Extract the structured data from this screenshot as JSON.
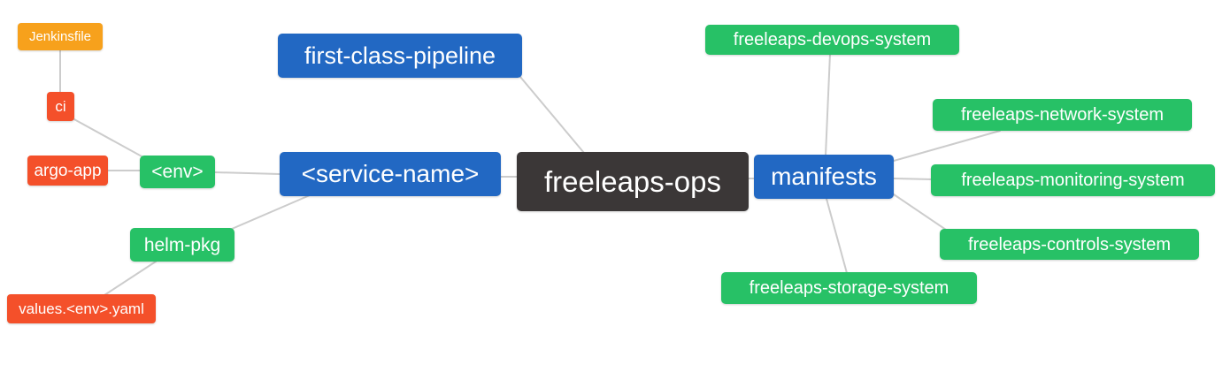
{
  "diagram": {
    "type": "mindmap",
    "root_label": "freeleaps-ops",
    "colors": {
      "dark": "#3B3737",
      "blue": "#2268C3",
      "green": "#27C166",
      "red": "#F4502A",
      "orange": "#F7A11C",
      "edge": "#CCCCCC",
      "text": "#FFFFFF",
      "canvas": "#FFFFFF"
    },
    "nodes": [
      {
        "id": "jenkinsfile",
        "label": "Jenkinsfile",
        "color": "orange"
      },
      {
        "id": "ci",
        "label": "ci",
        "color": "red"
      },
      {
        "id": "argo-app",
        "label": "argo-app",
        "color": "red"
      },
      {
        "id": "env",
        "label": "<env>",
        "color": "green"
      },
      {
        "id": "helm-pkg",
        "label": "helm-pkg",
        "color": "green"
      },
      {
        "id": "values-env-yaml",
        "label": "values.<env>.yaml",
        "color": "red"
      },
      {
        "id": "first-class-pipeline",
        "label": "first-class-pipeline",
        "color": "blue"
      },
      {
        "id": "service-name",
        "label": "<service-name>",
        "color": "blue"
      },
      {
        "id": "freeleaps-ops",
        "label": "freeleaps-ops",
        "color": "dark"
      },
      {
        "id": "manifests",
        "label": "manifests",
        "color": "blue"
      },
      {
        "id": "freeleaps-devops-system",
        "label": "freeleaps-devops-system",
        "color": "green"
      },
      {
        "id": "freeleaps-network-system",
        "label": "freeleaps-network-system",
        "color": "green"
      },
      {
        "id": "freeleaps-monitoring-system",
        "label": "freeleaps-monitoring-system",
        "color": "green"
      },
      {
        "id": "freeleaps-controls-system",
        "label": "freeleaps-controls-system",
        "color": "green"
      },
      {
        "id": "freeleaps-storage-system",
        "label": "freeleaps-storage-system",
        "color": "green"
      }
    ],
    "edges": [
      {
        "from": "Jenkinsfile",
        "to": "ci"
      },
      {
        "from": "ci",
        "to": "<env>"
      },
      {
        "from": "argo-app",
        "to": "<env>"
      },
      {
        "from": "<env>",
        "to": "<service-name>"
      },
      {
        "from": "helm-pkg",
        "to": "<service-name>"
      },
      {
        "from": "values.<env>.yaml",
        "to": "helm-pkg"
      },
      {
        "from": "first-class-pipeline",
        "to": "freeleaps-ops"
      },
      {
        "from": "<service-name>",
        "to": "freeleaps-ops"
      },
      {
        "from": "freeleaps-ops",
        "to": "manifests"
      },
      {
        "from": "manifests",
        "to": "freeleaps-devops-system"
      },
      {
        "from": "manifests",
        "to": "freeleaps-network-system"
      },
      {
        "from": "manifests",
        "to": "freeleaps-monitoring-system"
      },
      {
        "from": "manifests",
        "to": "freeleaps-controls-system"
      },
      {
        "from": "manifests",
        "to": "freeleaps-storage-system"
      }
    ]
  }
}
